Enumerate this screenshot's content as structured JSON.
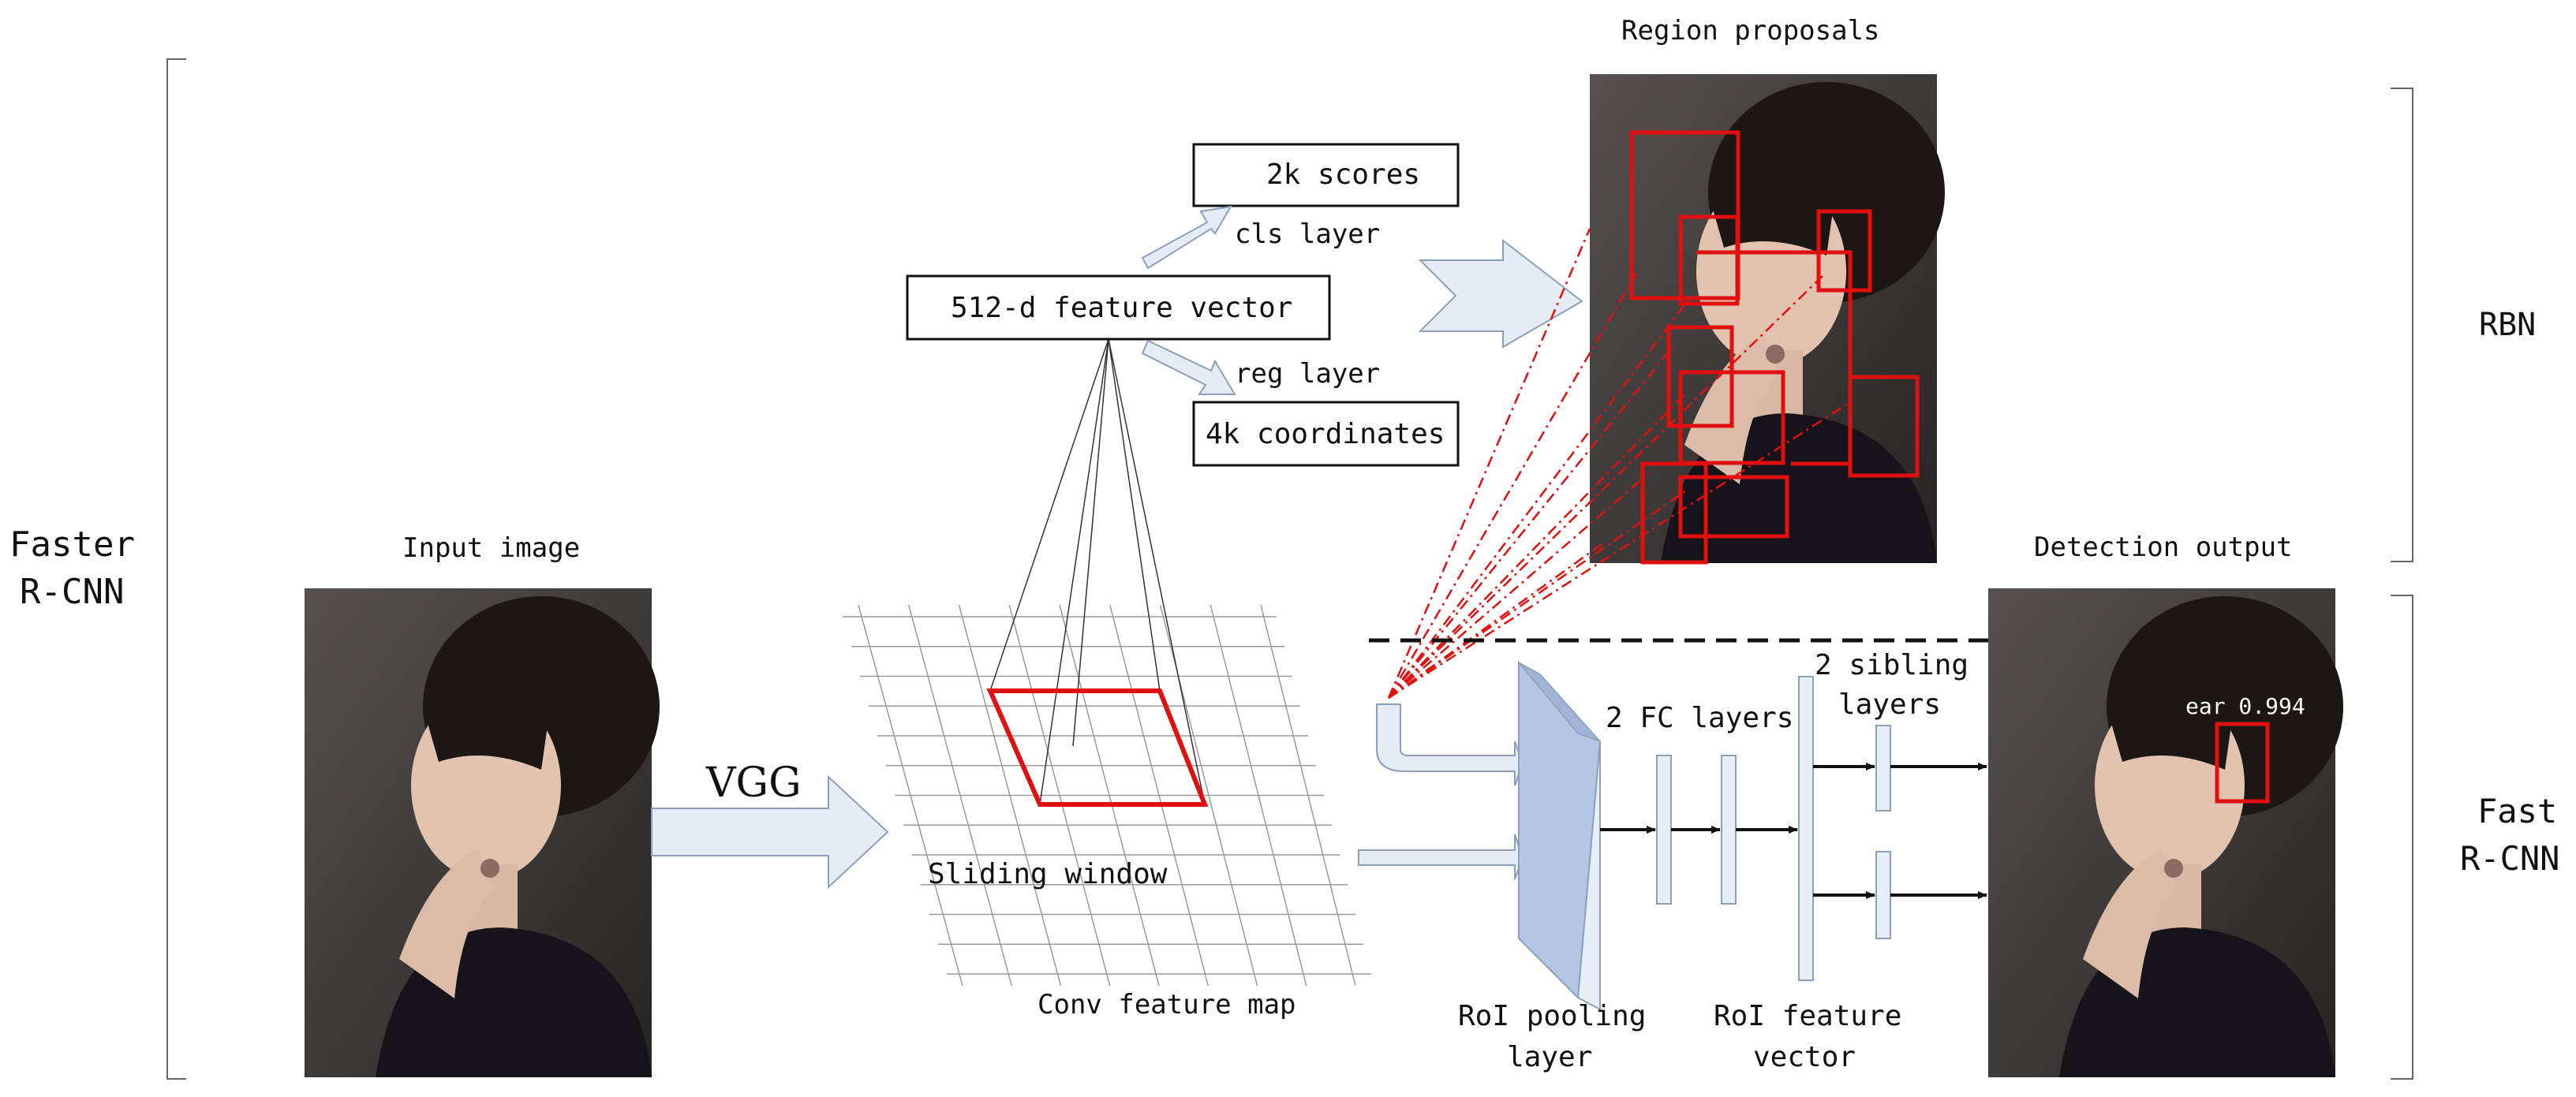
{
  "labels": {
    "faster_rcnn_line1": "Faster",
    "faster_rcnn_line2": "R-CNN",
    "rbn": "RBN",
    "fast_rcnn_line1": "Fast",
    "fast_rcnn_line2": "R-CNN",
    "input_image": "Input image",
    "vgg": "VGG",
    "sliding_window": "Sliding window",
    "conv_feature_map": "Conv feature map",
    "feature_vector": "512-d feature vector",
    "scores": "2k scores",
    "coordinates": "4k coordinates",
    "cls_layer": "cls layer",
    "reg_layer": "reg layer",
    "region_proposals": "Region proposals",
    "detection_output": "Detection output",
    "fc_layers": "2 FC layers",
    "sibling_line1": "2 sibling",
    "sibling_line2": "layers",
    "roi_pooling_line1": "RoI pooling",
    "roi_pooling_line2": "layer",
    "roi_feature_line1": "RoI feature",
    "roi_feature_line2": "vector",
    "detection_label": "ear 0.994"
  },
  "colors": {
    "line": "#111111",
    "grid": "#9a9a9a",
    "arrow_fill": "#e4ecf5",
    "arrow_stroke": "#8aa0ba",
    "pool_fill": "#b3c6e4",
    "layer_fill": "#e6eef8",
    "proposal_red": "#e01010",
    "photo_bg": "#2e2a2a"
  },
  "icons": {
    "photo": "portrait-photo"
  }
}
